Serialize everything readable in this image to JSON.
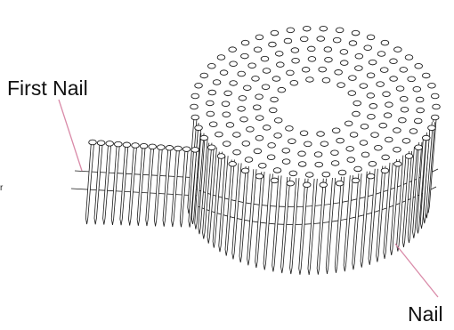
{
  "labels": {
    "first_nail": "First Nail",
    "nail": "Nail",
    "edge_fragment": "r"
  },
  "colors": {
    "line": "#1a1a1a",
    "leader": "#d98aa8",
    "background": "#ffffff"
  }
}
